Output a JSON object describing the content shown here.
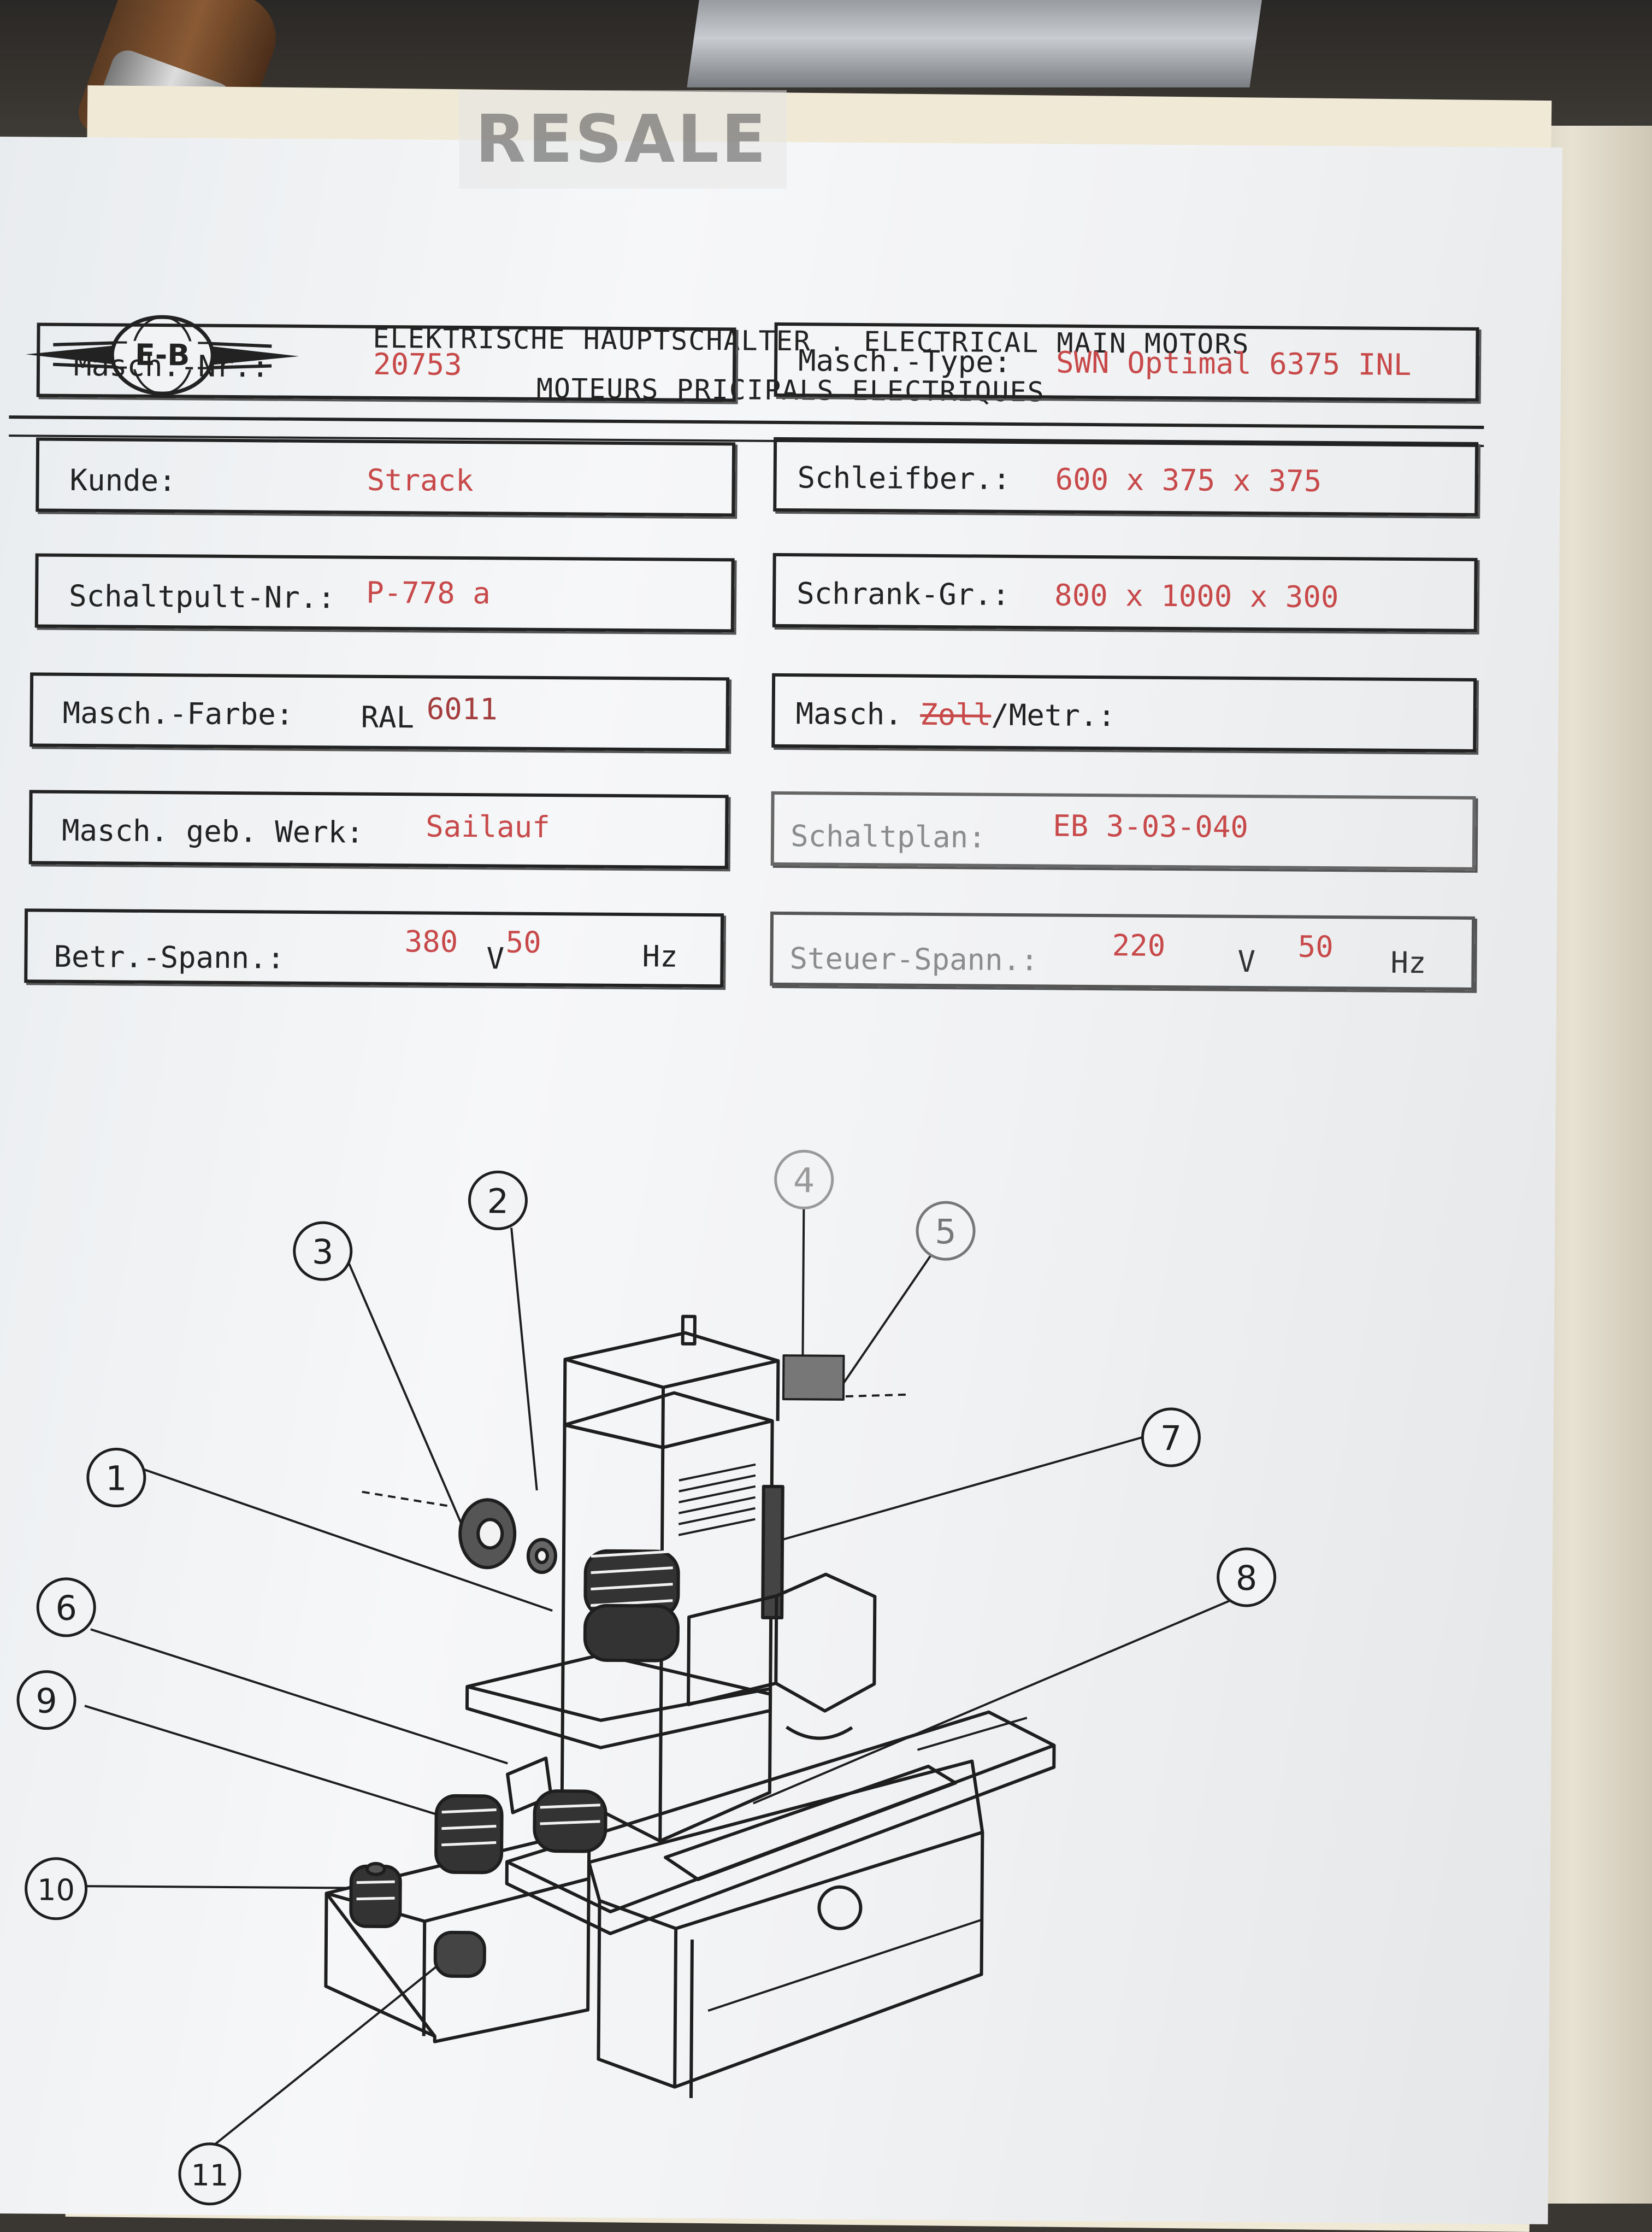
{
  "watermark": "RESALE",
  "logo": {
    "text": "E-B"
  },
  "header": {
    "line1": "ELEKTRISCHE HAUPTSCHALTER . ELECTRICAL MAIN MOTORS",
    "line2": "MOTEURS PRICIPALS ELECTRIQUES"
  },
  "fields": {
    "masch_nr": {
      "label": "Masch.-Nr.:",
      "value": "20753"
    },
    "masch_type": {
      "label": "Masch.-Type:",
      "value": "SWN Optimal 6375 INL"
    },
    "kunde": {
      "label": "Kunde:",
      "value": "Strack"
    },
    "schleifber": {
      "label": "Schleifber.:",
      "value": "600 x 375 x 375"
    },
    "schaltpult": {
      "label": "Schaltpult-Nr.:",
      "value": "P-778 a"
    },
    "schrank": {
      "label": "Schrank-Gr.:",
      "value": "800 x 1000 x 300"
    },
    "farbe": {
      "label": "Masch.-Farbe:",
      "prefix": "RAL",
      "value": "6011"
    },
    "zoll": {
      "label": "Masch.",
      "struck": "Zoll",
      "label2": "/Metr.:"
    },
    "werk": {
      "label": "Masch. geb. Werk:",
      "value": "Sailauf"
    },
    "schaltplan": {
      "label": "Schaltplan:",
      "value": "EB 3-03-040"
    },
    "betr": {
      "label": "Betr.-Spann.:",
      "volt": "380",
      "v": "V",
      "hz_val": "50",
      "hz": "Hz"
    },
    "steuer": {
      "label": "Steuer-Spann.:",
      "volt": "220",
      "v": "V",
      "hz_val": "50",
      "hz": "Hz"
    }
  },
  "callouts": [
    "1",
    "2",
    "3",
    "4",
    "5",
    "6",
    "7",
    "8",
    "9",
    "10",
    "11"
  ]
}
